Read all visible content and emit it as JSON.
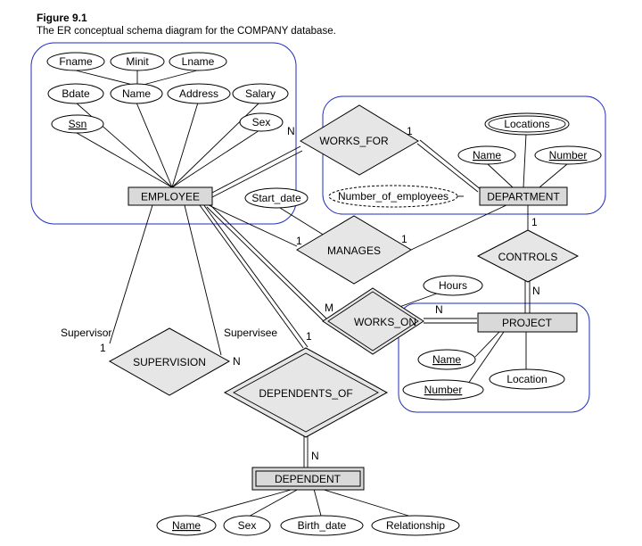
{
  "figure": {
    "label": "Figure 9.1",
    "caption": "The ER conceptual schema diagram for the COMPANY database."
  },
  "entities": {
    "employee": "EMPLOYEE",
    "department": "DEPARTMENT",
    "project": "PROJECT",
    "dependent": "DEPENDENT"
  },
  "relationships": {
    "works_for": "WORKS_FOR",
    "manages": "MANAGES",
    "works_on": "WORKS_ON",
    "controls": "CONTROLS",
    "supervision": "SUPERVISION",
    "dependents_of": "DEPENDENTS_OF"
  },
  "attributes": {
    "fname": "Fname",
    "minit": "Minit",
    "lname": "Lname",
    "bdate": "Bdate",
    "emp_name": "Name",
    "address": "Address",
    "salary": "Salary",
    "ssn": "Ssn",
    "emp_sex": "Sex",
    "start_date": "Start_date",
    "number_of_employees": "Number_of_employees",
    "locations": "Locations",
    "dept_name": "Name",
    "dept_number": "Number",
    "hours": "Hours",
    "proj_name": "Name",
    "proj_number": "Number",
    "proj_location": "Location",
    "dep_name": "Name",
    "dep_sex": "Sex",
    "birth_date": "Birth_date",
    "relationship": "Relationship"
  },
  "cardinalities": {
    "works_for_emp": "N",
    "works_for_dept": "1",
    "manages_emp": "1",
    "manages_dept": "1",
    "works_on_emp": "M",
    "works_on_proj": "N",
    "controls_dept": "1",
    "controls_proj": "N",
    "supervisor": "1",
    "supervisee": "N",
    "dependents_of_emp": "1",
    "dependents_of_dep": "N"
  },
  "roles": {
    "supervisor": "Supervisor",
    "supervisee": "Supervisee"
  }
}
